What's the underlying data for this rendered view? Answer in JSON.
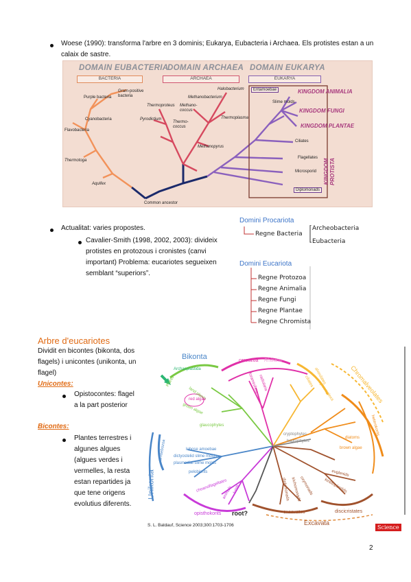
{
  "top": {
    "bullet1": "Woese (1990): transforma l'arbre en 3 dominis; Eukarya, Eubacteria i Archaea. Els protistes estan a un calaix de sastre."
  },
  "tree1": {
    "headers": [
      "DOMAIN EUBACTERIA",
      "DOMAIN ARCHAEA",
      "DOMAIN EUKARYA"
    ],
    "boxes": [
      "BACTERIA",
      "ARCHAEA",
      "EUKARYA"
    ],
    "bacteria_labels": [
      "Purple bacteria",
      "Gram-positive bacteria",
      "Cyanobacteria",
      "Flavobacteria",
      "Thermotoga",
      "Aquifex"
    ],
    "archaea_labels": [
      "Halobacterium",
      "Methanobacterium",
      "Thermoproteus",
      "Methano-coccus",
      "Pyrodictium",
      "Thermo-coccus",
      "Thermoplasma",
      "Methanopyrus"
    ],
    "eukarya_labels": [
      "Entamoebae",
      "Slime molds",
      "Ciliates",
      "Flagellates",
      "Microsporid",
      "Diplomonads"
    ],
    "kingdoms": [
      "KINGDOM ANIMALIA",
      "KINGDOM FUNGI",
      "KINGDOM PLANTAE"
    ],
    "protista": "KINGDOM PROTISTA",
    "root": "Common ancestor"
  },
  "actualitat": {
    "bullet": "Actualitat: varies propostes.",
    "sub": "Cavalier-Smith (1998, 2002, 2003): divideix protistes en protozous i cronistes (canvi important) Problema: eucariotes segueixen semblant “superiors”."
  },
  "domains": {
    "procariota": "Domini Procariota",
    "regne_bacteria": "Regne Bacteria",
    "archaeo": "Archeobacteria",
    "eubacteria": "Eubacteria",
    "eucariota": "Domini Eucariota",
    "regnes": [
      "Regne Protozoa",
      "Regne Animalia",
      "Regne Fungi",
      "Regne Plantae",
      "Regne Chromista"
    ]
  },
  "section": {
    "title": "Arbre d'eucariotes",
    "intro": "Dividit en bicontes (bikonta, dos flagels) i unicontes (unikonta, un flagel)",
    "unicontes_h": "Unicontes:",
    "unicontes_b": "Opistocontes: flagel a la part posterior",
    "bicontes_h": "Bicontes:",
    "bicontes_b": "Plantes terrestres i algunes algues (algues verdes i vermelles, la resta estan repartides ja que tene origens evolutius diferents."
  },
  "tree2": {
    "groups": [
      "Bikonta",
      "cercozoa",
      "Rhizaria",
      "alveolates",
      "Chromalveolates",
      "heterokonts",
      "Plants",
      "Archaeplastida",
      "Unikonta",
      "amoebozoa",
      "opisthokonts",
      "excavates",
      "discicristates",
      "Excavata",
      "root?"
    ],
    "leaf_labels": [
      "cryptophytes",
      "haptophytes",
      "diatoms",
      "brown algae",
      "ciliates",
      "apicomplexa",
      "lobose amoebae",
      "dictyostelid slime molds",
      "plasmodial slime molds",
      "pelobionts",
      "choanoflagellates",
      "animals",
      "fungi",
      "kinetoplastids",
      "euglenids",
      "diplomonads",
      "trichomonads",
      "oxymonads",
      "land plants",
      "green algae",
      "red algae",
      "glaucophytes",
      "foraminifera",
      "radiolaria"
    ],
    "credit": "S. L. Baldauf, Science 2003;300:1703-1706",
    "logo": "Science"
  },
  "page_number": "2"
}
